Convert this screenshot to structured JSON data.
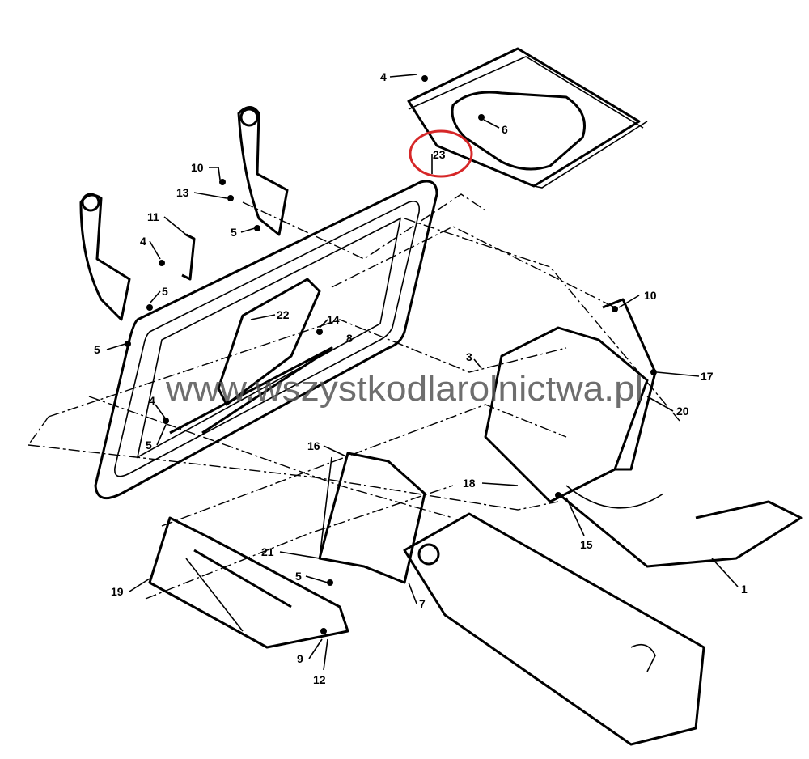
{
  "diagram": {
    "watermark": "www.wszystkodlarolnictwa.pl",
    "highlight_color": "#d62728",
    "highlighted_part": "23",
    "callouts": [
      "4",
      "6",
      "23",
      "10",
      "13",
      "11",
      "4",
      "5",
      "5",
      "5",
      "22",
      "14",
      "8",
      "4",
      "5",
      "3",
      "10",
      "17",
      "20",
      "18",
      "16",
      "15",
      "1",
      "21",
      "5",
      "7",
      "19",
      "9",
      "12"
    ]
  }
}
